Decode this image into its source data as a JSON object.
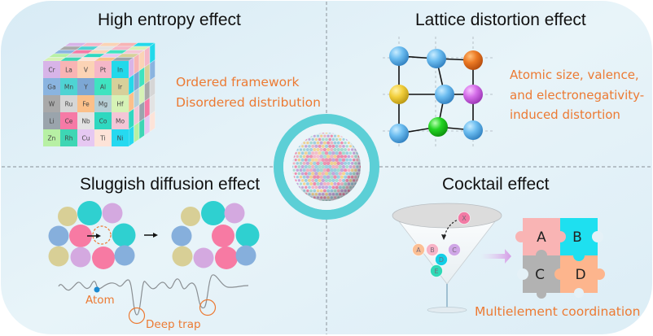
{
  "figure": {
    "colors": {
      "panel_bg_start": "#d9ecf6",
      "panel_bg_end": "#eaf5fa",
      "divider": "#9aa3aa",
      "ring": "#5ccfd6",
      "accent_text": "#ec7a33",
      "title_text": "#111111"
    },
    "center": {
      "name": "high-entropy nanoparticle sphere",
      "atom_colors": [
        "#f48fb1",
        "#f7d794",
        "#9fd3e6",
        "#c9a9e0",
        "#f6b6c7",
        "#a8e0d4"
      ]
    }
  },
  "panels": {
    "high_entropy": {
      "title": "High entropy effect",
      "lines": [
        "Ordered framework",
        "Disordered distribution"
      ],
      "cube_front": [
        [
          "Cr",
          "La",
          "V",
          "Pt",
          "In"
        ],
        [
          "Ga",
          "Mn",
          "Y",
          "Al",
          "Ir"
        ],
        [
          "W",
          "Ru",
          "Fe",
          "Mg",
          "Hf"
        ],
        [
          "Li",
          "Ce",
          "Nb",
          "Co",
          "Mo"
        ],
        [
          "Zn",
          "Rh",
          "Cu",
          "Ti",
          "Ni"
        ]
      ],
      "cube_front_colors": [
        [
          "#d8b4e8",
          "#f8b4b4",
          "#fbd3b5",
          "#f5b7c8",
          "#22d9ea"
        ],
        [
          "#8ab4e0",
          "#4fd3d3",
          "#7da7d4",
          "#3fe3c0",
          "#d7d09a"
        ],
        [
          "#a9a9a9",
          "#d6d6d6",
          "#fbc08a",
          "#b7cfd6",
          "#d6f2b6"
        ],
        [
          "#9aa4ac",
          "#f67aa6",
          "#e3e3e3",
          "#2fd8c0",
          "#f4c6d6"
        ],
        [
          "#b7f0a4",
          "#3ed6b4",
          "#e6c8f2",
          "#fde3d8",
          "#26d9f0"
        ]
      ],
      "cube_side_colors": [
        [
          "#d8b4e8",
          "#f8b4b4",
          "#fbd3b5",
          "#f5b7c8",
          "#22d9ea"
        ],
        [
          "#8ab4e0",
          "#22d9ea",
          "#7da7d4",
          "#3fe3c0",
          "#d7d09a"
        ],
        [
          "#a9a9a9",
          "#d6d6d6",
          "#fbc08a",
          "#b7cfd6",
          "#d6f2b6"
        ],
        [
          "#9aa4ac",
          "#f67aa6",
          "#e3e3e3",
          "#2fd8c0",
          "#f4c6d6"
        ],
        [
          "#b7f0a4",
          "#3ed6b4",
          "#e6c8f2",
          "#fde3d8",
          "#26d9f0"
        ]
      ],
      "cube_top_colors": [
        [
          "#d8b4e8",
          "#f5b7c8",
          "#fbd3b5",
          "#f8b4b4",
          "#22d9ea"
        ],
        [
          "#a9a9a9",
          "#4fd3d3",
          "#e3e3e3",
          "#f5b7c8",
          "#d6f2b6"
        ],
        [
          "#8ab4e0",
          "#f67aa6",
          "#fbd3b5",
          "#3fe3c0",
          "#f4c6d6"
        ],
        [
          "#b7f0a4",
          "#d6d6d6",
          "#2fd8c0",
          "#e6c8f2",
          "#d7d09a"
        ],
        [
          "#d6f2b6",
          "#3ed6b4",
          "#fde3d8",
          "#fbc08a",
          "#9aa4ac"
        ]
      ]
    },
    "lattice_distortion": {
      "title": "Lattice distortion effect",
      "lines": [
        "Atomic size, valence,",
        "and electronegativity-",
        "induced distortion"
      ],
      "atom_colors": {
        "default": "#5fb3ec",
        "orange": "#e8701e",
        "yellow": "#f0cc3a",
        "magenta": "#d66de8",
        "green": "#1fd01f"
      }
    },
    "sluggish_diffusion": {
      "title": "Sluggish diffusion effect",
      "atom_label": "Atom",
      "trap_label": "Deep trap",
      "atom_colors": {
        "olive": "#d8cf96",
        "teal": "#2fd0d0",
        "lilac": "#d4a9e0",
        "blue": "#86afdc",
        "pink": "#f77aa3"
      }
    },
    "cocktail": {
      "title": "Cocktail effect",
      "caption": "Multielement coordination",
      "balls": [
        {
          "label": "A",
          "color": "#fbbf94"
        },
        {
          "label": "B",
          "color": "#f7b3c6"
        },
        {
          "label": "C",
          "color": "#cfa6e6"
        },
        {
          "label": "D",
          "color": "#12cfe6"
        },
        {
          "label": "E",
          "color": "#2fd9b6"
        },
        {
          "label": "X",
          "color": "#f27aa4"
        }
      ],
      "puzzle": [
        {
          "label": "A",
          "color": "#f9b4b4"
        },
        {
          "label": "B",
          "color": "#1ee0f0"
        },
        {
          "label": "C",
          "color": "#b2b2b2"
        },
        {
          "label": "D",
          "color": "#fdb58d"
        }
      ]
    }
  }
}
